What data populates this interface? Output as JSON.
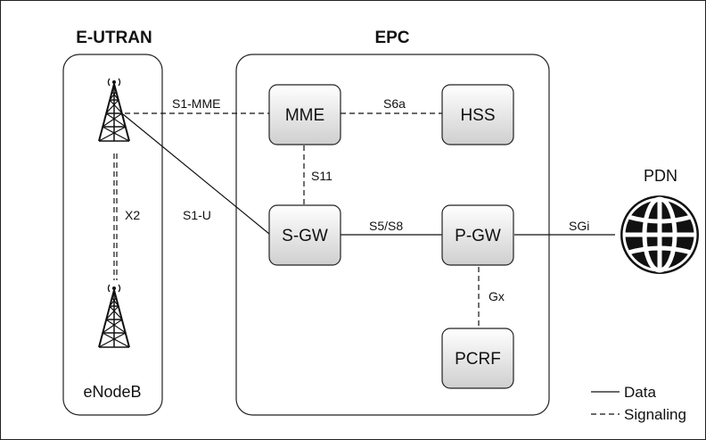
{
  "groups": {
    "eutran": "E-UTRAN",
    "epc": "EPC"
  },
  "nodes": {
    "mme": "MME",
    "hss": "HSS",
    "sgw": "S-GW",
    "pgw": "P-GW",
    "pcrf": "PCRF"
  },
  "labels": {
    "enodeb": "eNodeB",
    "pdn": "PDN"
  },
  "interfaces": {
    "s1_mme": "S1-MME",
    "s6a": "S6a",
    "s11": "S11",
    "x2": "X2",
    "s1_u": "S1-U",
    "s5_s8": "S5/S8",
    "sgi": "SGi",
    "gx": "Gx"
  },
  "legend": {
    "data": "Data",
    "signaling": "Signaling"
  }
}
